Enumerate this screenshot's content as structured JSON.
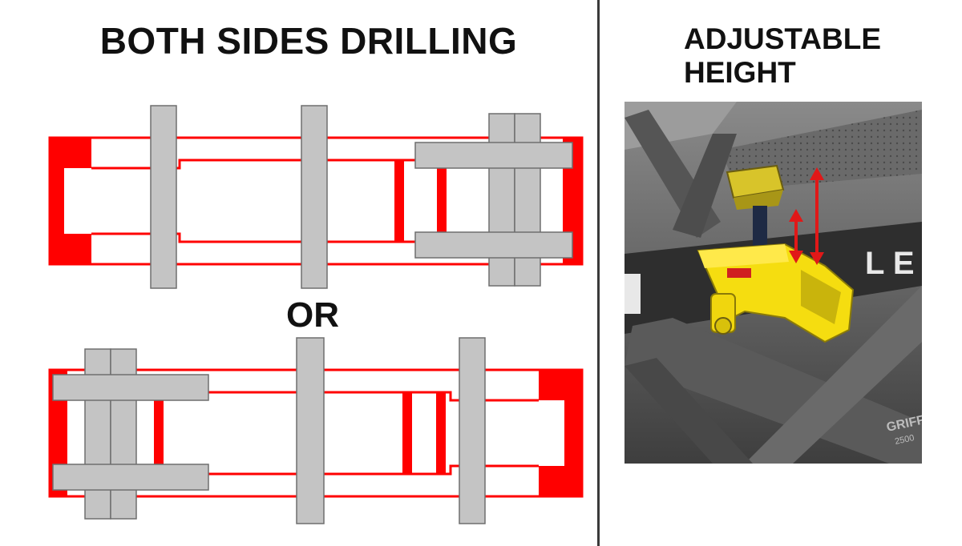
{
  "left_title": "BOTH SIDES DRILLING",
  "or_label": "OR",
  "right_title_line1": "ADJUSTABLE",
  "right_title_line2": "HEIGHT",
  "photo_text": {
    "side_letters": "L E",
    "brand": "GRIFF",
    "model": "2500"
  },
  "colors": {
    "frame_red": "#ff0000",
    "clamp_gray": "#c4c4c4",
    "clamp_outline": "#6e6e6e",
    "lift_yellow": "#f5dd10",
    "arrow_red": "#e11818",
    "divider": "#3a3a3a"
  }
}
